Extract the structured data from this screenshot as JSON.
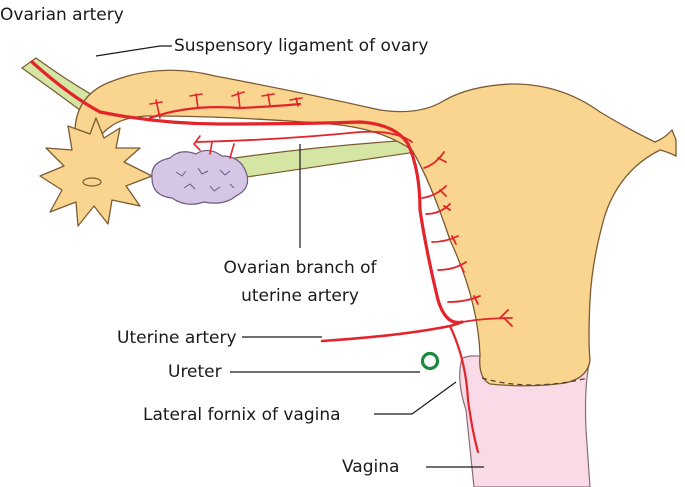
{
  "labels": {
    "ovarian_artery": "Ovarian artery",
    "suspensory_ligament": "Suspensory ligament of ovary",
    "ovarian_branch_line1": "Ovarian branch of",
    "ovarian_branch_line2": "uterine artery",
    "uterine_artery": "Uterine artery",
    "ureter": "Ureter",
    "lateral_fornix": "Lateral fornix of vagina",
    "vagina": "Vagina"
  },
  "colors": {
    "uterus_fill": "#fad58f",
    "uterus_stroke": "#7a5a32",
    "ligament_fill": "#d5e6a4",
    "ovary_fill": "#d6c6e6",
    "vagina_fill": "#f8dbe6",
    "artery": "#e3242b",
    "ureter": "#1c8a3e"
  }
}
